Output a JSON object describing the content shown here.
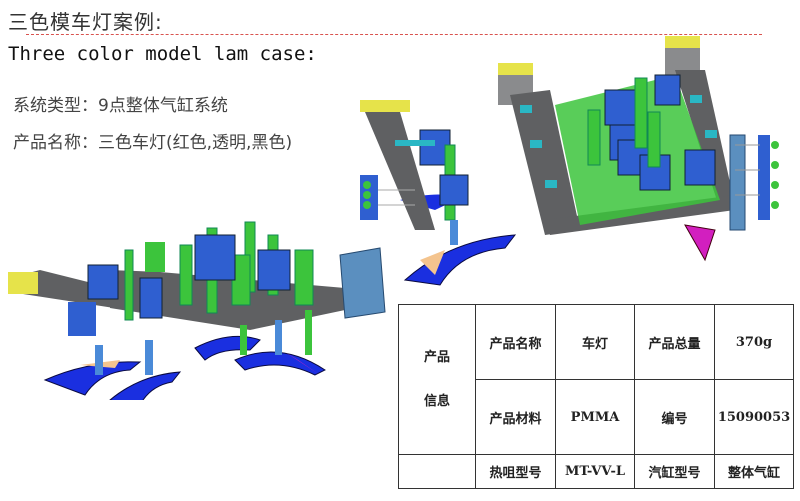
{
  "header": {
    "title_cn": "三色模车灯案例:",
    "title_en": "Three color model lam  case:"
  },
  "info": {
    "system_type_label": "系统类型：",
    "system_type_value": "9点整体气缸系统",
    "product_name_label": "产品名称：",
    "product_name_value": "三色车灯(红色,透明,黑色)"
  },
  "figures": {
    "left_model": "hot-runner-system-3d-left",
    "center_model": "hot-runner-system-3d-center",
    "right_model": "hot-runner-system-3d-right"
  },
  "table": {
    "group_label_line1": "产品",
    "group_label_line2": "信息",
    "rows": [
      [
        {
          "label": "产品名称",
          "value": "车灯"
        },
        {
          "label": "产品总量",
          "value": "370g"
        }
      ],
      [
        {
          "label": "产品材料",
          "value": "PMMA"
        },
        {
          "label": "编号",
          "value": "15090053"
        }
      ],
      [
        {
          "label": "热咀型号",
          "value": "MT-VV-L"
        },
        {
          "label": "汽缸型号",
          "value": "整体气缸"
        }
      ]
    ]
  },
  "colors": {
    "frame_gray": "#5f6062",
    "cylinder_blue": "#2f5fd0",
    "cylinder_green": "#3cc43c",
    "lens_blue": "#1a2fe0",
    "accent_cyan": "#2ab7c4",
    "accent_yellow": "#e6e34a",
    "accent_magenta": "#d21fbf",
    "lens_tan": "#f4c48e",
    "dash_red": "#d9534f"
  }
}
